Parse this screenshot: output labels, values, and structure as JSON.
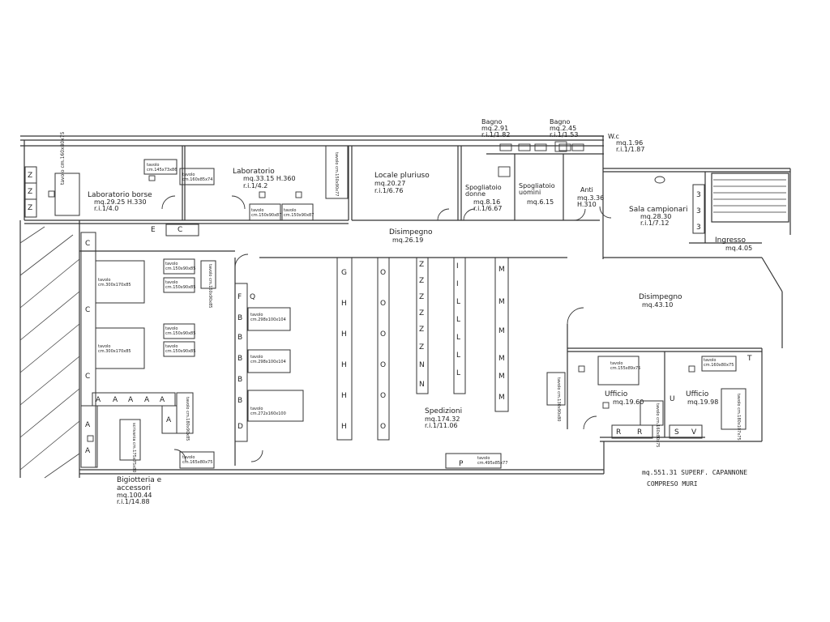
{
  "rooms": {
    "lab_borse": {
      "name": "Laboratorio borse",
      "area": "mq.29.25  H.330",
      "ratio": "r.i.1/4.0"
    },
    "laboratorio": {
      "name": "Laboratorio",
      "area": "mq.33.15  H.360",
      "ratio": "r.i.1/4.2"
    },
    "locale": {
      "name": "Locale pluriuso",
      "area": "mq.20.27",
      "ratio": "r.i.1/6.76"
    },
    "spogl_donne": {
      "name": "Spogliatoio donne",
      "area": "mq.8.16",
      "ratio": "r.i.1/6.67"
    },
    "spogl_uomini": {
      "name": "Spogliatoio uomini",
      "area": "mq.6.15"
    },
    "anti": {
      "name": "Anti",
      "area": "mq.3.36",
      "ratio": "H.310"
    },
    "bagno1": {
      "name": "Bagno",
      "area": "mq.2.91",
      "ratio": "r.i.1/1.82"
    },
    "bagno2": {
      "name": "Bagno",
      "area": "mq.2.45",
      "ratio": "r.i.1/1.53"
    },
    "wc": {
      "name": "W.c",
      "area": "mq.1.96",
      "ratio": "r.i.1/1.87"
    },
    "sala": {
      "name": "Sala campionari",
      "area": "mq.28.30",
      "ratio": "r.i.1/7.12"
    },
    "ingresso": {
      "name": "Ingresso",
      "area": "mq.4.05"
    },
    "disimpegno1": {
      "name": "Disimpegno",
      "area": "mq.26.19"
    },
    "disimpegno2": {
      "name": "Disimpegno",
      "area": "mq.43.10"
    },
    "spedizioni": {
      "name": "Spedizioni",
      "area": "mq.174.32",
      "ratio": "r.i.1/11.06"
    },
    "ufficio1": {
      "name": "Ufficio",
      "area": "mq.19.60"
    },
    "ufficio2": {
      "name": "Ufficio",
      "area": "mq.19.98"
    },
    "bigiotteria": {
      "name": "Bigiotteria e accessori",
      "area": "mq.100.44",
      "ratio": "r.i.1/14.88"
    }
  },
  "tables": {
    "t_borse": {
      "label": "tavolo",
      "dim": "cm.160x80x75"
    },
    "t_lab1": {
      "label": "tavolo",
      "dim": "cm.145x73x86"
    },
    "t_lab2": {
      "label": "tavolo",
      "dim": "cm.160x85x74"
    },
    "t_lab3": {
      "label": "tavolo",
      "dim": "cm.150x90x87"
    },
    "t_lab4": {
      "label": "tavolo",
      "dim": "cm.150x90x87"
    },
    "t_lab5": {
      "label": "tavolo",
      "dim": "cm.150x90x77"
    },
    "t_big1": {
      "label": "tavolo",
      "dim": "cm.300x170x85"
    },
    "t_big2": {
      "label": "tavolo",
      "dim": "cm.300x170x85"
    },
    "t_big3": {
      "label": "tavolo",
      "dim": "cm.150x90x85"
    },
    "t_big4": {
      "label": "tavolo",
      "dim": "cm.150x90x85"
    },
    "t_big5": {
      "label": "tavolo",
      "dim": "cm.150x90x85"
    },
    "t_big6": {
      "label": "tavolo",
      "dim": "cm.150x90x85"
    },
    "t_big7": {
      "label": "tavolo",
      "dim": "cm.150x90x85"
    },
    "t_big8": {
      "label": "tavolo",
      "dim": "cm.180x90x85"
    },
    "t_big9": {
      "label": "tavolo",
      "dim": "cm.165x80x75"
    },
    "t_sped1": {
      "label": "tavolo",
      "dim": "cm.298x100x104"
    },
    "t_sped2": {
      "label": "tavolo",
      "dim": "cm.298x100x104"
    },
    "t_sped3": {
      "label": "tavolo",
      "dim": "cm.272x160x100"
    },
    "t_sped4": {
      "label": "tavolo",
      "dim": "cm.495x85x77"
    },
    "t_sped5": {
      "label": "tavolo",
      "dim": "cm.130x90x80"
    },
    "t_uff1": {
      "label": "tavolo",
      "dim": "cm.155x89x75"
    },
    "t_uff2": {
      "label": "tavolo",
      "dim": "cm.160x80x75"
    },
    "t_uff3": {
      "label": "tavolo",
      "dim": "cm.160x80x75"
    },
    "t_uff4": {
      "label": "tavolo",
      "dim": "cm.180x107x75"
    },
    "t_scrivania": {
      "label": "scrivania",
      "dim": "cm.175x75x80"
    }
  },
  "codes": {
    "Z": "Z",
    "C": "C",
    "A": "A",
    "E": "E",
    "F": "F",
    "Q": "Q",
    "B": "B",
    "D": "D",
    "G": "G",
    "H": "H",
    "O": "O",
    "I": "I",
    "L": "L",
    "N": "N",
    "M": "M",
    "R": "R",
    "S": "S",
    "V": "V",
    "U": "U",
    "T": "T",
    "P": "P",
    "three": "3"
  },
  "notes": {
    "line1": "mq.551.31  SUPERF. CAPANNONE",
    "line2": "COMPRESO MURI"
  }
}
